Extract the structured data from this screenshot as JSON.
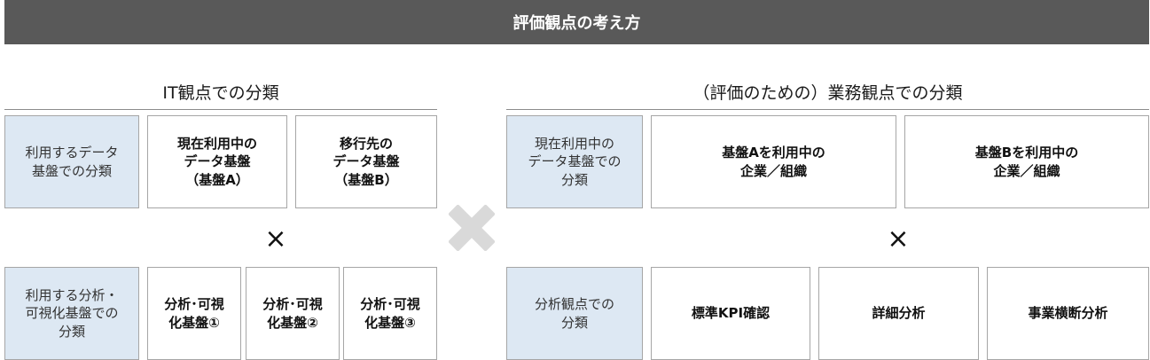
{
  "header": {
    "title": "評価観点の考え方"
  },
  "it_section": {
    "title": "IT観点での分類",
    "platform_row": {
      "category": "利用するデータ\n基盤での分類",
      "items": [
        "現在利用中の\nデータ基盤\n（基盤A）",
        "移行先の\nデータ基盤\n（基盤B）"
      ]
    },
    "times_symbol": "×",
    "analysis_row": {
      "category": "利用する分析・\n可視化基盤での\n分類",
      "items": [
        "分析･可視\n化基盤①",
        "分析･可視\n化基盤②",
        "分析･可視\n化基盤③"
      ]
    }
  },
  "business_section": {
    "title": "（評価のための）業務観点での分類",
    "platform_row": {
      "category": "現在利用中の\nデータ基盤での\n分類",
      "items": [
        "基盤Aを利用中の\n企業／組織",
        "基盤Bを利用中の\n企業／組織"
      ]
    },
    "times_symbol": "×",
    "analysis_row": {
      "category": "分析観点での\n分類",
      "items": [
        "標準KPI確認",
        "詳細分析",
        "事業横断分析"
      ]
    }
  },
  "colors": {
    "banner": "#595959",
    "category_fill": "#dde8f3",
    "border": "#a6a6a6",
    "cross": "#d9d9d9"
  },
  "icons": {
    "combine": "cross-multiply-icon"
  }
}
